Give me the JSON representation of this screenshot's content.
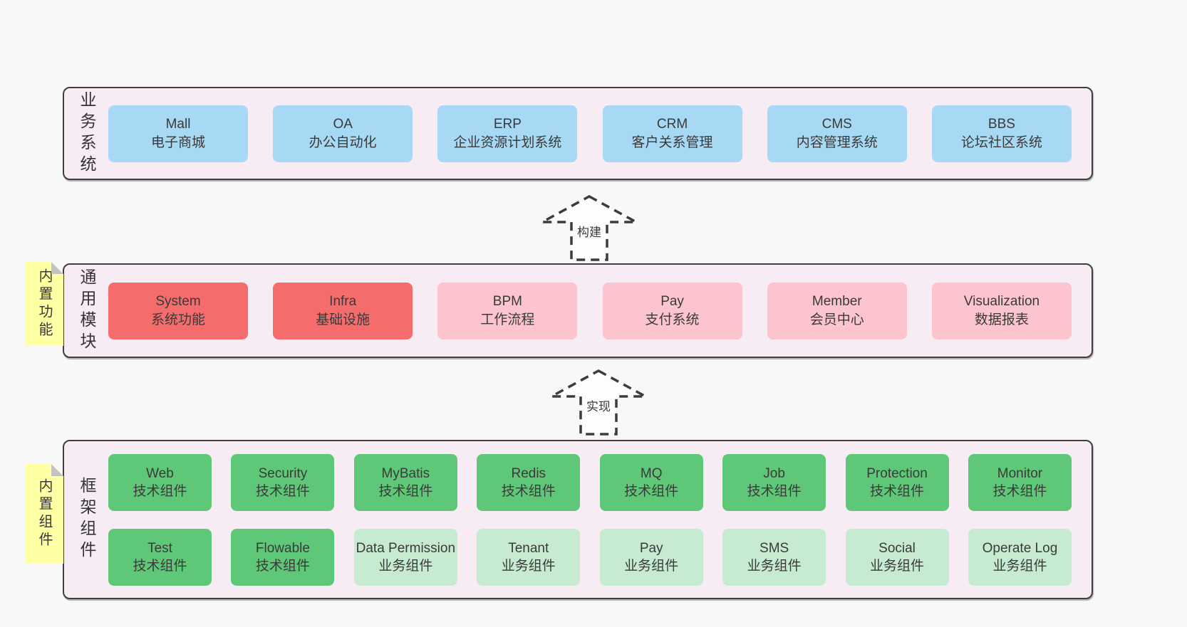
{
  "diagram": {
    "colors": {
      "page_bg": "#f8f8f8",
      "band_bg": "#f7ebf4",
      "band_border": "#3f3f3f",
      "blue": "#a7d8f4",
      "red": "#f56c6c",
      "pink": "#fcc5cd",
      "green": "#5fc878",
      "green_light": "#c7ebd1",
      "sticky_yellow": "#ffffa3",
      "text": "#3a3a3a"
    },
    "arrows": [
      {
        "label": "构建"
      },
      {
        "label": "实现"
      }
    ],
    "bands": {
      "business": {
        "label": "业务系统",
        "boxes": [
          {
            "title": "Mall",
            "subtitle": "电子商城",
            "variant": "blue"
          },
          {
            "title": "OA",
            "subtitle": "办公自动化",
            "variant": "blue"
          },
          {
            "title": "ERP",
            "subtitle": "企业资源计划系统",
            "variant": "blue"
          },
          {
            "title": "CRM",
            "subtitle": "客户关系管理",
            "variant": "blue"
          },
          {
            "title": "CMS",
            "subtitle": "内容管理系统",
            "variant": "blue"
          },
          {
            "title": "BBS",
            "subtitle": "论坛社区系统",
            "variant": "blue"
          }
        ]
      },
      "modules": {
        "label": "通用模块",
        "sticky": "内置功能",
        "boxes": [
          {
            "title": "System",
            "subtitle": "系统功能",
            "variant": "red"
          },
          {
            "title": "Infra",
            "subtitle": "基础设施",
            "variant": "red"
          },
          {
            "title": "BPM",
            "subtitle": "工作流程",
            "variant": "pink"
          },
          {
            "title": "Pay",
            "subtitle": "支付系统",
            "variant": "pink"
          },
          {
            "title": "Member",
            "subtitle": "会员中心",
            "variant": "pink"
          },
          {
            "title": "Visualization",
            "subtitle": "数据报表",
            "variant": "pink"
          }
        ]
      },
      "components": {
        "label": "框架组件",
        "sticky": "内置组件",
        "row1": [
          {
            "title": "Web",
            "subtitle": "技术组件",
            "variant": "green"
          },
          {
            "title": "Security",
            "subtitle": "技术组件",
            "variant": "green"
          },
          {
            "title": "MyBatis",
            "subtitle": "技术组件",
            "variant": "green"
          },
          {
            "title": "Redis",
            "subtitle": "技术组件",
            "variant": "green"
          },
          {
            "title": "MQ",
            "subtitle": "技术组件",
            "variant": "green"
          },
          {
            "title": "Job",
            "subtitle": "技术组件",
            "variant": "green"
          },
          {
            "title": "Protection",
            "subtitle": "技术组件",
            "variant": "green"
          },
          {
            "title": "Monitor",
            "subtitle": "技术组件",
            "variant": "green"
          }
        ],
        "row2": [
          {
            "title": "Test",
            "subtitle": "技术组件",
            "variant": "green"
          },
          {
            "title": "Flowable",
            "subtitle": "技术组件",
            "variant": "green"
          },
          {
            "title": "Data Permission",
            "subtitle": "业务组件",
            "variant": "green-light"
          },
          {
            "title": "Tenant",
            "subtitle": "业务组件",
            "variant": "green-light"
          },
          {
            "title": "Pay",
            "subtitle": "业务组件",
            "variant": "green-light"
          },
          {
            "title": "SMS",
            "subtitle": "业务组件",
            "variant": "green-light"
          },
          {
            "title": "Social",
            "subtitle": "业务组件",
            "variant": "green-light"
          },
          {
            "title": "Operate Log",
            "subtitle": "业务组件",
            "variant": "green-light"
          }
        ]
      }
    }
  }
}
